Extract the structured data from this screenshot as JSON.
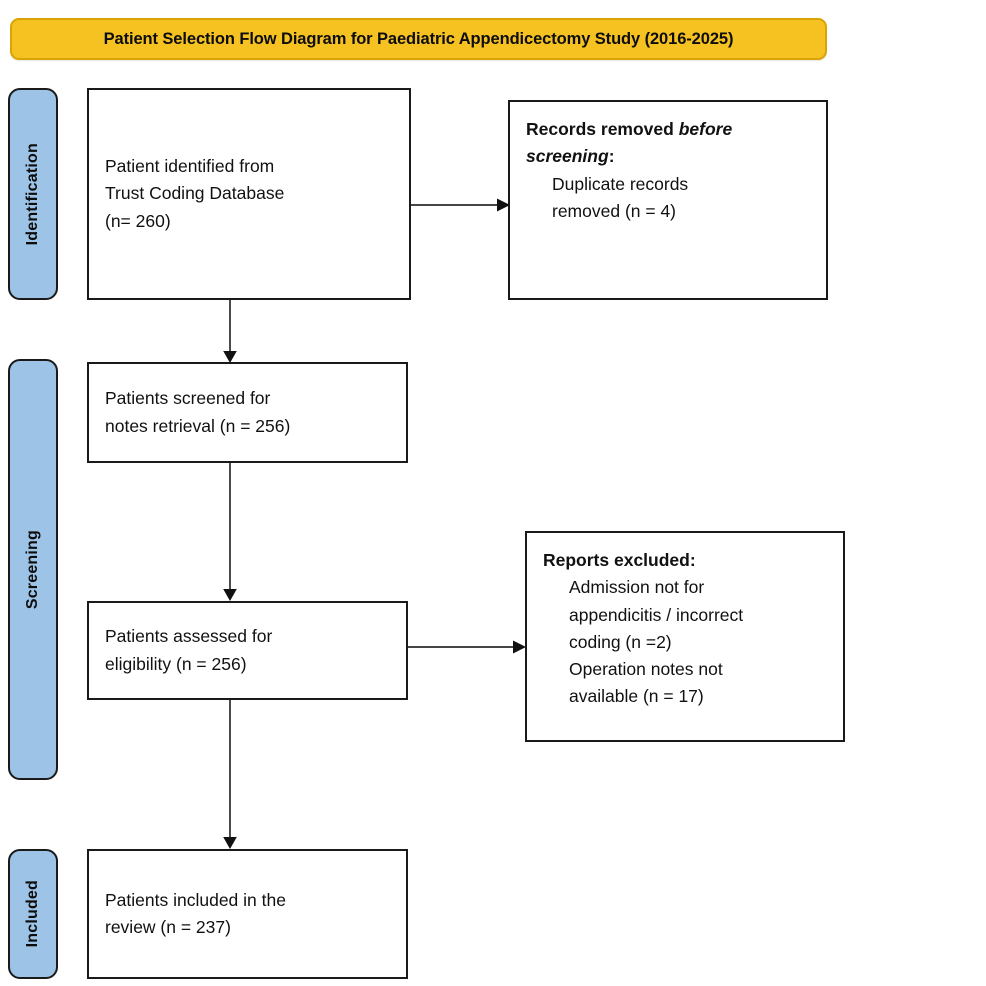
{
  "title": {
    "text": "Patient Selection Flow Diagram for Paediatric Appendicectomy Study (2016-2025)",
    "background_color": "#F6C222",
    "border_color": "#D9A406"
  },
  "stages": {
    "identification": "Identification",
    "screening": "Screening",
    "included": "Included",
    "background_color": "#9DC3E6"
  },
  "boxes": {
    "identified": {
      "line1": "Patient identified from",
      "line2": "Trust Coding Database",
      "line3": "(n= 260)"
    },
    "removed": {
      "heading_pre": "Records removed ",
      "heading_em": "before screening",
      "heading_post": ":",
      "item1": "Duplicate records",
      "item2": "removed (n = 4)"
    },
    "screened": {
      "line1": "Patients screened for",
      "line2": "notes retrieval (n = 256)"
    },
    "eligibility": {
      "line1": "Patients assessed for",
      "line2": "eligibility (n = 256)"
    },
    "excluded": {
      "heading": "Reports excluded:",
      "item1": "Admission not for",
      "item2": "appendicitis / incorrect",
      "item3": "coding (n =2)",
      "item4": "Operation notes not",
      "item5": "available (n = 17)"
    },
    "included": {
      "line1": "Patients included in the",
      "line2": "review (n = 237)"
    }
  },
  "flow_counts": {
    "identified": 260,
    "duplicates_removed": 4,
    "screened": 256,
    "assessed_for_eligibility": 256,
    "excluded_wrong_coding": 2,
    "excluded_no_op_notes": 17,
    "included_in_review": 237
  }
}
